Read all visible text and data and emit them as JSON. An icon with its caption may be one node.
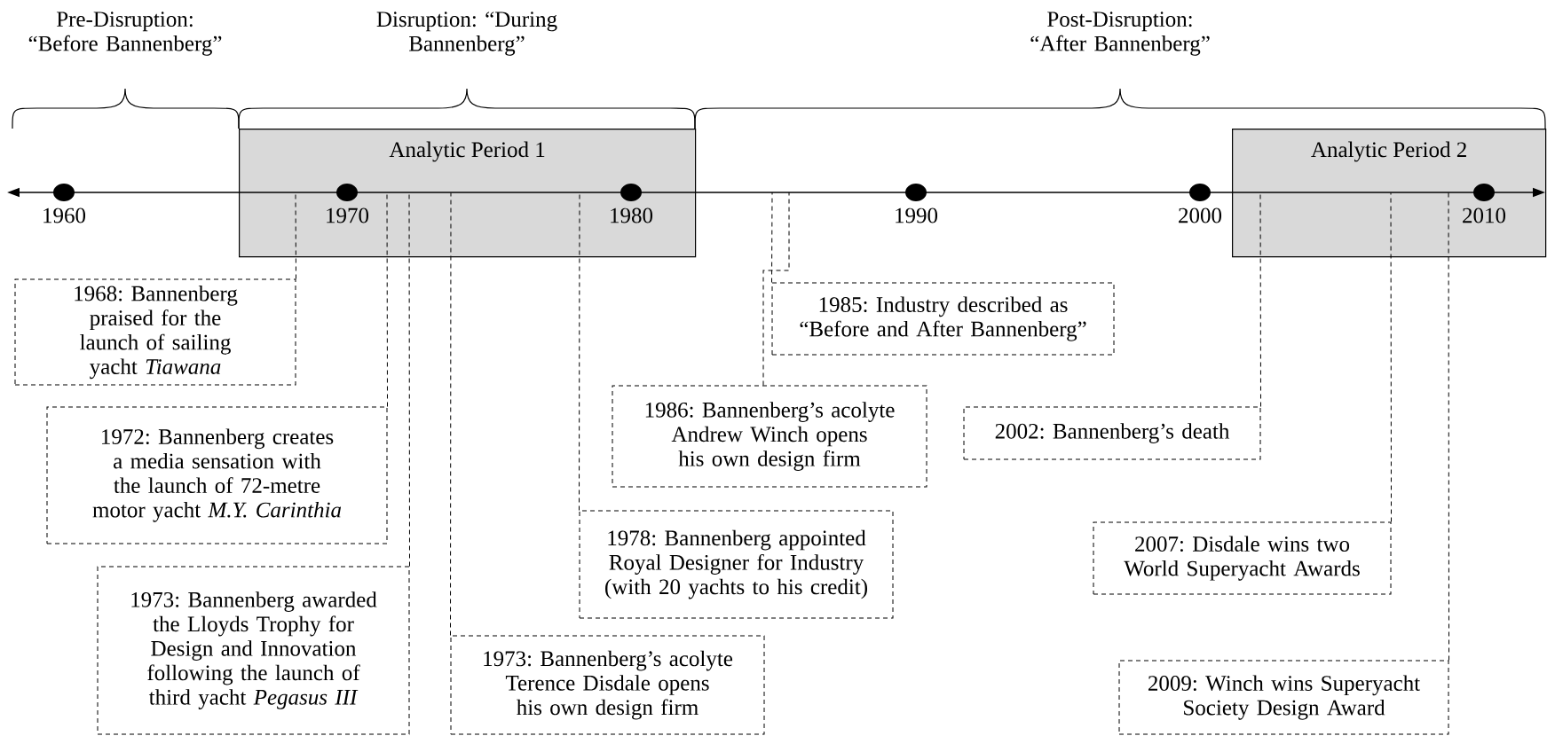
{
  "diagram": {
    "nodes": [
      {
        "text": [
          "Analytic Period 1"
        ]
      },
      {
        "text": [
          "Analytic Period 2"
        ]
      },
      {
        "text": [
          "1968: Bannenberg praised for the launch of sailing yacht *Tiawana*"
        ]
      },
      {
        "text": [
          "1972: Bannenberg creates a media sensation with the launch of 72-metre motor yacht *M.Y. Carinthia*"
        ]
      },
      {
        "text": [
          "1973: Bannenberg awarded the Lloyds Trophy for Design and Innovation following the launch of third yacht *Pegasus III*"
        ]
      },
      {
        "text": [
          "1973: Bannenberg’s acolyte Terence Disdale opens his own design firm"
        ]
      },
      {
        "text": [
          "1978: Bannenberg appointed Royal Designer for Industry (with 20 yachts to his credit)"
        ]
      },
      {
        "text": [
          "1985: Industry described as “Before and After Bannenberg”"
        ]
      },
      {
        "text": [
          "1986: Bannenberg’s acolyte Andrew Winch opens his own design firm"
        ]
      },
      {
        "text": [
          "2002: Bannenberg’s death"
        ]
      },
      {
        "text": [
          "2007: Disdale wins two World Superyacht Awards"
        ]
      },
      {
        "text": [
          "2009: Winch wins Superyacht Society Design Award"
        ]
      }
    ],
    "edges": [
      {
        "from": 2,
        "to": 0,
        "arrow": "none",
        "style": "dashed"
      },
      {
        "from": 3,
        "to": 0,
        "arrow": "none",
        "style": "dashed"
      },
      {
        "from": 4,
        "to": 0,
        "arrow": "none",
        "style": "dashed"
      },
      {
        "from": 5,
        "to": 0,
        "arrow": "none",
        "style": "dashed"
      },
      {
        "from": 6,
        "to": 0,
        "arrow": "none",
        "style": "dashed"
      },
      {
        "from": 7,
        "to": null,
        "arrow": "none",
        "style": "dashed"
      },
      {
        "from": 8,
        "to": null,
        "arrow": "none",
        "style": "dashed"
      },
      {
        "from": 9,
        "to": 1,
        "arrow": "none",
        "style": "dashed"
      },
      {
        "from": 10,
        "to": 1,
        "arrow": "none",
        "style": "dashed"
      },
      {
        "from": 11,
        "to": 1,
        "arrow": "none",
        "style": "dashed"
      }
    ],
    "labels": [
      "Pre-Disruption: “Before Bannenberg”",
      "Disruption: “During Bannenberg”",
      "Post-Disruption: “After Bannenberg”",
      "1960",
      "1970",
      "1980",
      "1990",
      "2000",
      "2010"
    ]
  }
}
